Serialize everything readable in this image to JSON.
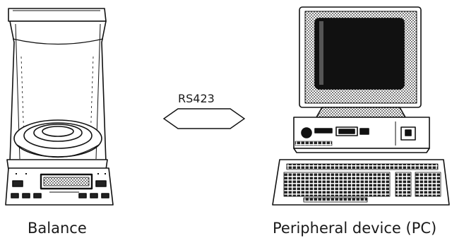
{
  "diagram": {
    "link_label": "RS423",
    "left_device": {
      "caption": "Balance",
      "icon": "analytical-balance-icon"
    },
    "right_device": {
      "caption": "Peripheral device (PC)",
      "icon": "desktop-computer-icon"
    },
    "connector_icon": "bidirectional-arrow-icon"
  }
}
